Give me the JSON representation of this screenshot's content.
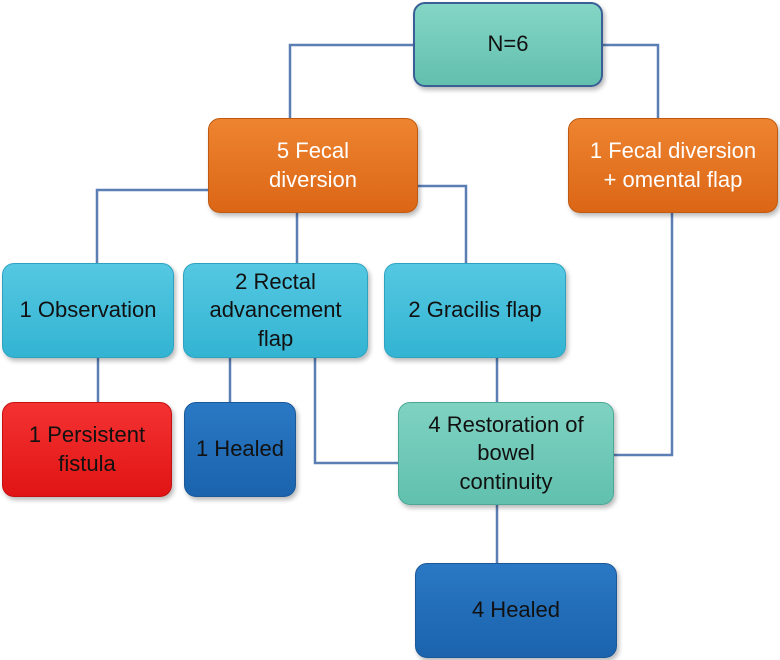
{
  "diagram": {
    "nodes": {
      "root": {
        "label": "N=6"
      },
      "fecal5": {
        "label": "5 Fecal\ndiversion"
      },
      "fecal1": {
        "label": "1 Fecal diversion\n+ omental flap"
      },
      "obs": {
        "label": "1 Observation"
      },
      "rectal": {
        "label": "2 Rectal\nadvancement\nflap"
      },
      "gracilis": {
        "label": "2 Gracilis flap"
      },
      "persist": {
        "label": "1 Persistent\nfistula"
      },
      "healed1": {
        "label": "1 Healed"
      },
      "restore": {
        "label": "4 Restoration of\nbowel\ncontinuity"
      },
      "healed4": {
        "label": "4 Healed"
      }
    },
    "edges": [
      {
        "from": "root",
        "to": "fecal5"
      },
      {
        "from": "root",
        "to": "fecal1"
      },
      {
        "from": "fecal5",
        "to": "obs"
      },
      {
        "from": "fecal5",
        "to": "rectal"
      },
      {
        "from": "fecal5",
        "to": "gracilis"
      },
      {
        "from": "obs",
        "to": "persist"
      },
      {
        "from": "rectal",
        "to": "healed1"
      },
      {
        "from": "rectal",
        "to": "restore"
      },
      {
        "from": "gracilis",
        "to": "restore"
      },
      {
        "from": "fecal1",
        "to": "restore"
      },
      {
        "from": "restore",
        "to": "healed4"
      }
    ],
    "colors": {
      "connector": "#5b7fb5",
      "root": "#6fc9b8",
      "fecal_diversion": "#e2701e",
      "procedure": "#3fbcd8",
      "persistent": "#ea2020",
      "healed": "#2068b4",
      "restoration": "#6fc9b8"
    }
  }
}
